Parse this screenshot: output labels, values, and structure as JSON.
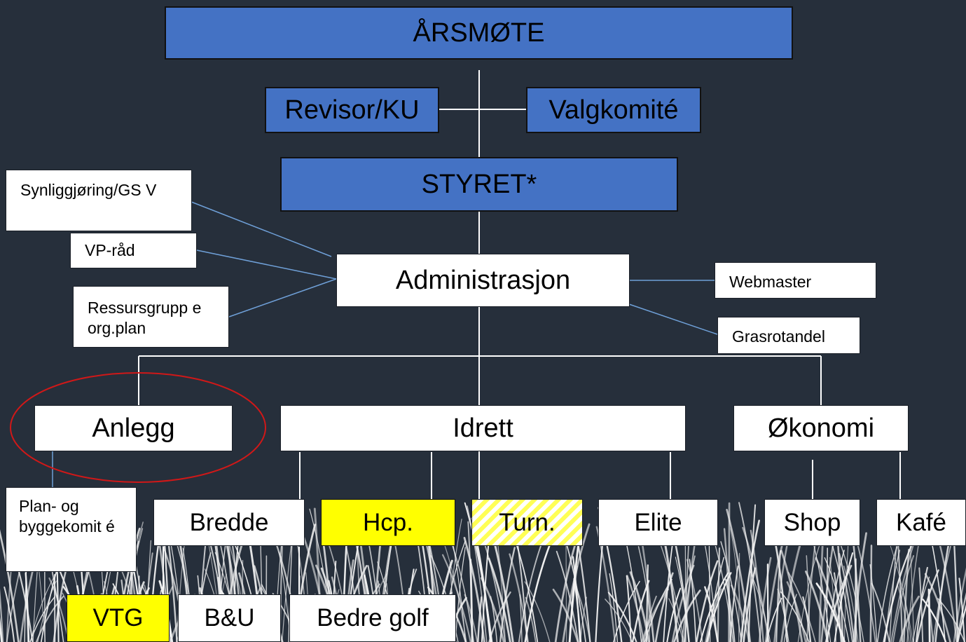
{
  "nodes": {
    "arsmote": "ÅRSMØTE",
    "revisor": "Revisor/KU",
    "valgkomite": "Valgkomité",
    "styret": "STYRET*",
    "synliggjoring": "Synliggjøring/GS V",
    "vp_rad": "VP-råd",
    "ressursgruppe": "Ressursgrupp e org.plan",
    "administrasjon": "Administrasjon",
    "webmaster": "Webmaster",
    "grasrotandel": "Grasrotandel",
    "anlegg": "Anlegg",
    "idrett": "Idrett",
    "okonomi": "Økonomi",
    "plan_byggekomite": "Plan- og byggekomit é",
    "bredde": "Bredde",
    "hcp": "Hcp.",
    "turn": "Turn.",
    "elite": "Elite",
    "shop": "Shop",
    "kafe": "Kafé",
    "vtg": "VTG",
    "bu": "B&U",
    "bedre_golf": "Bedre golf"
  },
  "colors": {
    "background": "#262f3b",
    "box_blue": "#4472c4",
    "box_white": "#ffffff",
    "box_yellow": "#ffff00",
    "connector_white": "#ffffff",
    "connector_blue": "#6fa0d8",
    "highlight_ellipse": "#d01818"
  }
}
